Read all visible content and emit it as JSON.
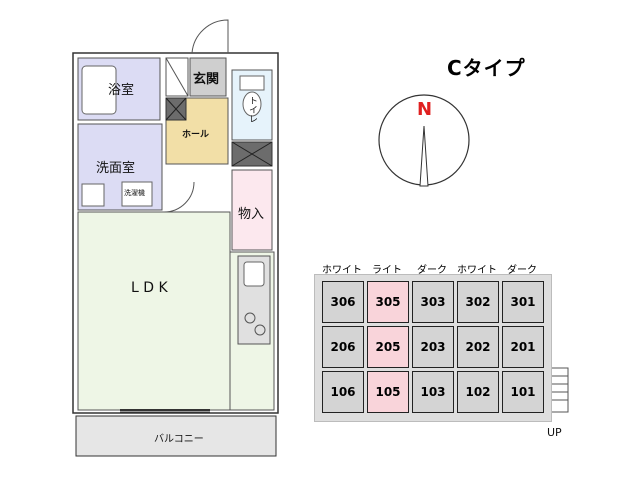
{
  "title": "Cタイプ",
  "compass_label": "N",
  "rooms": {
    "bath": "浴室",
    "entrance": "玄関",
    "toilet": "トイレ",
    "hall": "ホール",
    "washroom": "洗面室",
    "washer": "洗濯機",
    "storage": "物入",
    "ldk": "L D K",
    "balcony": "バルコニー"
  },
  "colors": {
    "bath": "#dcdcf4",
    "washroom": "#dcdcf4",
    "hall": "#f2dfa7",
    "toilet": "#e6f3fb",
    "storage": "#fce8ee",
    "ldk": "#eef6e6",
    "entrance": "#cfcfcf",
    "balcony": "#e6e6e6",
    "highlight": "#f9d4da",
    "cell": "#d4d4d4"
  },
  "column_headers": [
    "ホワイト",
    "ライト",
    "ダーク",
    "ホワイト",
    "ダーク"
  ],
  "units": [
    [
      "306",
      "305",
      "303",
      "302",
      "301"
    ],
    [
      "206",
      "205",
      "203",
      "202",
      "201"
    ],
    [
      "106",
      "105",
      "103",
      "102",
      "101"
    ]
  ],
  "highlighted_column": 1,
  "stairs_label": "UP"
}
